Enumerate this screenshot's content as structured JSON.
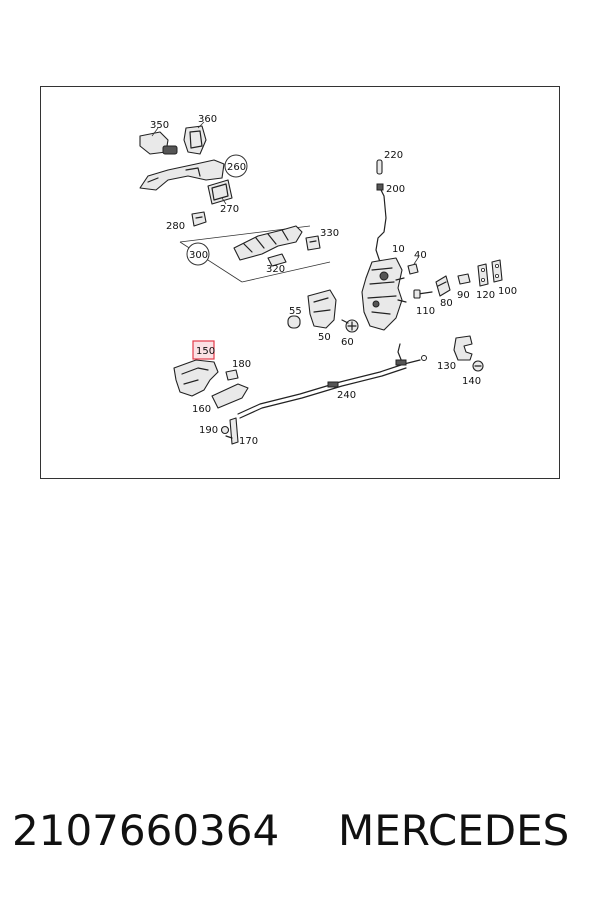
{
  "callouts": {
    "c350": "350",
    "c360": "360",
    "c260": "260",
    "c270": "270",
    "c280": "280",
    "c330": "330",
    "c300": "300",
    "c320": "320",
    "c220": "220",
    "c200": "200",
    "c10": "10",
    "c40": "40",
    "c80": "80",
    "c90": "90",
    "c120": "120",
    "c100": "100",
    "c110": "110",
    "c55": "55",
    "c50": "50",
    "c60": "60",
    "c150": "150",
    "c180": "180",
    "c160": "160",
    "c130": "130",
    "c140": "140",
    "c240": "240",
    "c190": "190",
    "c170": "170"
  },
  "highlight_callout": "150",
  "caption": {
    "part_number": "2107660364",
    "brand": "MERCEDES"
  },
  "colors": {
    "highlight": "#e23b4a",
    "highlight_fill": "#fbe1e4",
    "frame": "#333333"
  }
}
